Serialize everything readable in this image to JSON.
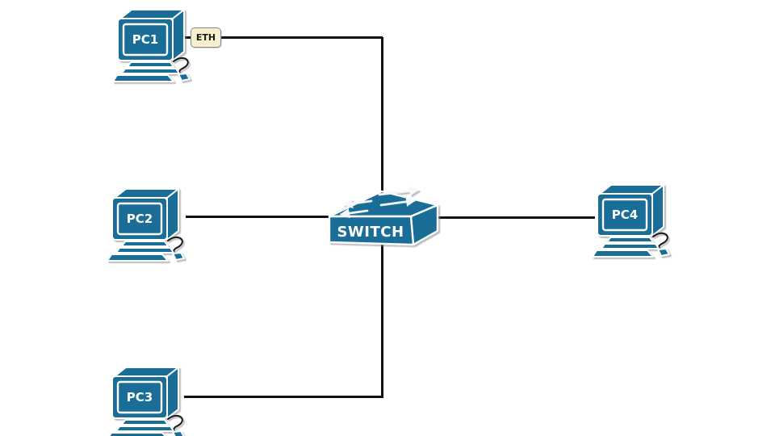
{
  "diagram": {
    "type": "network-topology",
    "nodes": {
      "pc1": {
        "label": "PC1",
        "kind": "pc"
      },
      "pc2": {
        "label": "PC2",
        "kind": "pc"
      },
      "pc3": {
        "label": "PC3",
        "kind": "pc"
      },
      "pc4": {
        "label": "PC4",
        "kind": "pc"
      },
      "switch": {
        "label": "SWITCH",
        "kind": "switch"
      }
    },
    "interface_badge": {
      "label": "ETH"
    },
    "connections": [
      {
        "from": "PC1",
        "to": "SWITCH",
        "via": "ETH"
      },
      {
        "from": "PC2",
        "to": "SWITCH"
      },
      {
        "from": "PC3",
        "to": "SWITCH"
      },
      {
        "from": "PC4",
        "to": "SWITCH"
      }
    ],
    "colors": {
      "device_fill": "#1a6d96",
      "device_outline": "#ffffff",
      "connector": "#111111",
      "badge_bg": "#f6eecd",
      "badge_border": "#888888",
      "badge_text": "#1a1a1a",
      "bg": "#ffffff"
    }
  }
}
